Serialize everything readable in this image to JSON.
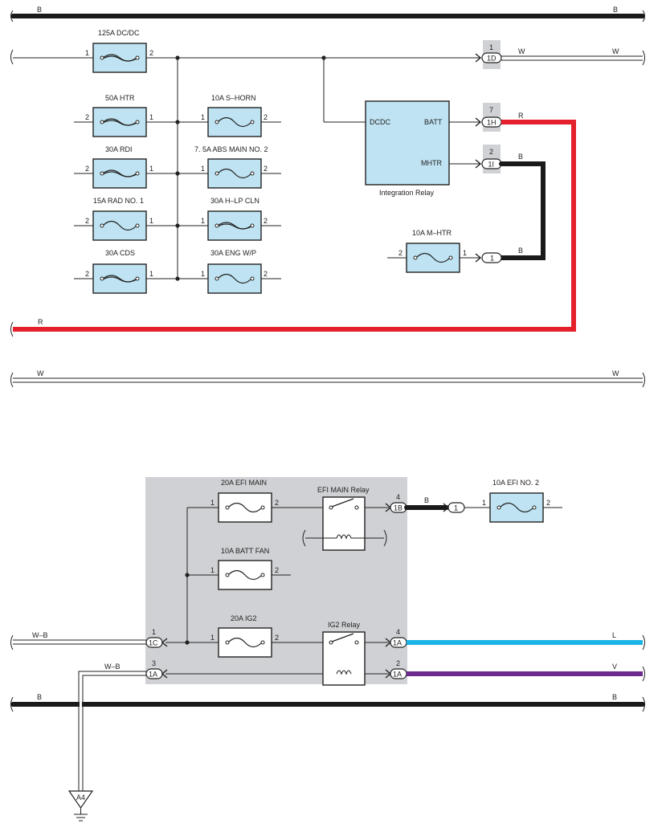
{
  "wire_labels": {
    "B": "B",
    "W": "W",
    "R": "R",
    "W_B": "W–B",
    "L": "L",
    "V": "V"
  },
  "fuses": {
    "f125_dcdc": {
      "label": "125A DC/DC",
      "pin_left": "1",
      "pin_right": "2"
    },
    "f50_htr": {
      "label": "50A HTR",
      "pin_left": "2",
      "pin_right": "1"
    },
    "f30_rdi": {
      "label": "30A RDI",
      "pin_left": "2",
      "pin_right": "1"
    },
    "f15_rad": {
      "label": "15A RAD NO. 1",
      "pin_left": "2",
      "pin_right": "1"
    },
    "f30_cds": {
      "label": "30A CDS",
      "pin_left": "2",
      "pin_right": "1"
    },
    "f10_shorn": {
      "label": "10A S–HORN",
      "pin_left": "1",
      "pin_right": "2"
    },
    "f75_abs": {
      "label": "7. 5A ABS MAIN NO. 2",
      "pin_left": "1",
      "pin_right": "2"
    },
    "f30_hlp": {
      "label": "30A H–LP CLN",
      "pin_left": "1",
      "pin_right": "2"
    },
    "f30_eng": {
      "label": "30A ENG W/P",
      "pin_left": "1",
      "pin_right": "2"
    },
    "f10_mhtr": {
      "label": "10A M–HTR",
      "pin_left": "2",
      "pin_right": "1"
    },
    "f20_efi": {
      "label": "20A EFI MAIN",
      "pin_left": "1",
      "pin_right": "2"
    },
    "f10_batt": {
      "label": "10A BATT FAN",
      "pin_left": "1",
      "pin_right": "2"
    },
    "f20_ig2": {
      "label": "20A IG2",
      "pin_left": "1",
      "pin_right": "2"
    },
    "f10_efi2": {
      "label": "10A EFI NO. 2",
      "pin_left": "1",
      "pin_right": "2"
    }
  },
  "integration_relay": {
    "label": "Integration Relay",
    "dcdc": "DCDC",
    "batt": "BATT",
    "mhtr": "MHTR"
  },
  "relays": {
    "efi_main": "EFI MAIN Relay",
    "ig2": "IG2 Relay"
  },
  "connectors": {
    "c1D": {
      "id": "1D",
      "pin": "1"
    },
    "c1H": {
      "id": "1H",
      "pin": "7"
    },
    "c1I": {
      "id": "1I",
      "pin": "2"
    },
    "c1": {
      "id": "1"
    },
    "c1B": {
      "id": "1B",
      "pin": "4"
    },
    "c1_efi": {
      "id": "1"
    },
    "c1C": {
      "id": "1C",
      "pin": "1"
    },
    "c1A_left": {
      "id": "1A",
      "pin": "3"
    },
    "c1A_ig2_4": {
      "id": "1A",
      "pin": "4"
    },
    "c1A_ig2_2": {
      "id": "1A",
      "pin": "2"
    }
  },
  "ground": {
    "label": "A4"
  }
}
